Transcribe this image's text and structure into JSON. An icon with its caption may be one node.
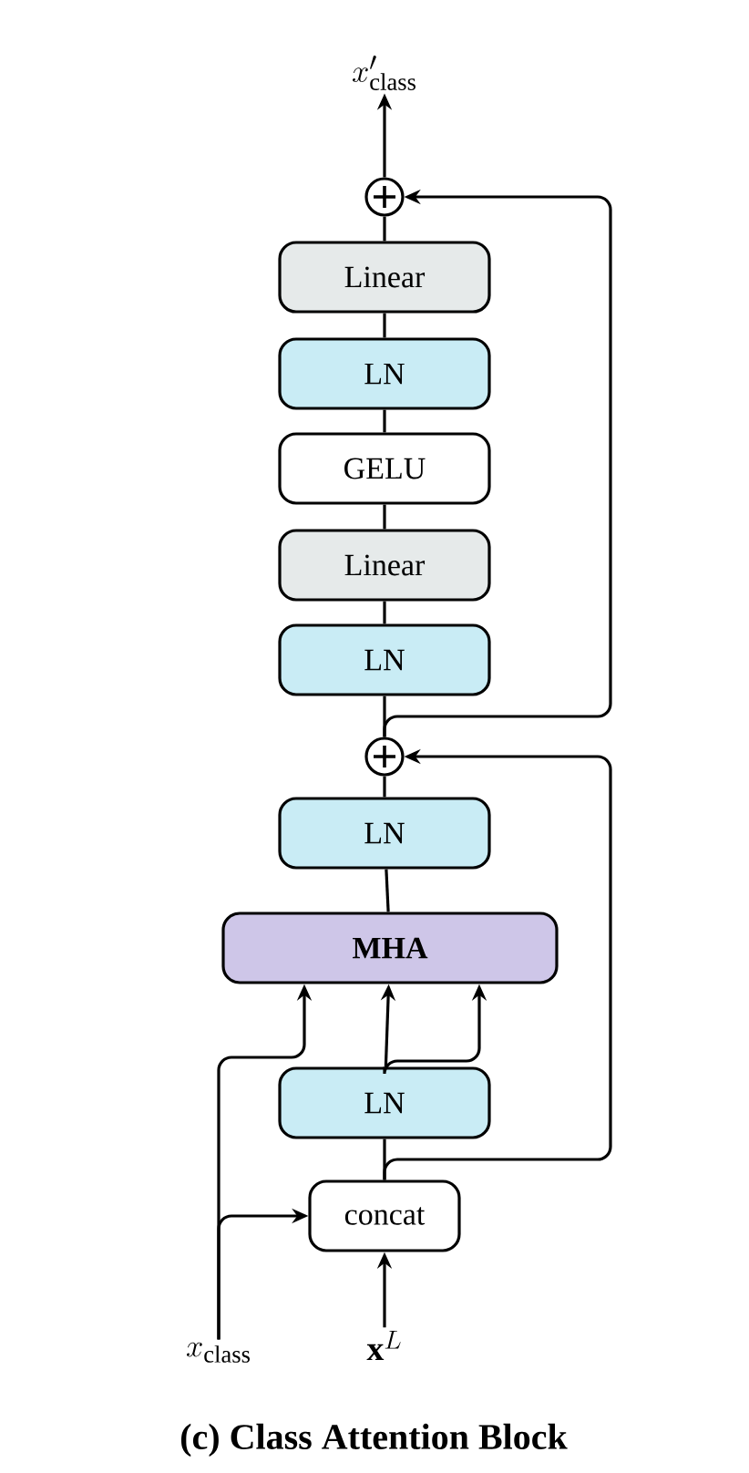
{
  "diagram": {
    "caption": "(c) Class Attention Block",
    "nodes": [
      {
        "text": [
          "x'_{\\mathrm{class}}"
        ]
      },
      {
        "text": [],
        "shape": "circle"
      },
      {
        "text": [
          "Linear"
        ]
      },
      {
        "text": [
          "LN"
        ]
      },
      {
        "text": [
          "GELU"
        ]
      },
      {
        "text": [
          "Linear"
        ]
      },
      {
        "text": [
          "LN"
        ]
      },
      {
        "text": [],
        "shape": "circle"
      },
      {
        "text": [
          "LN"
        ]
      },
      {
        "text": [
          "MHA"
        ]
      },
      {
        "text": [
          "LN"
        ]
      },
      {
        "text": [
          "concat"
        ]
      },
      {
        "text": [
          "x_{\\mathrm{class}}"
        ]
      },
      {
        "text": [
          "\\mathbf{x}^{L}"
        ]
      }
    ],
    "edges": [
      {
        "from": 1,
        "to": 0,
        "arrow": "to"
      },
      {
        "from": 2,
        "to": 1,
        "arrow": "none"
      },
      {
        "from": 3,
        "to": 2,
        "arrow": "none"
      },
      {
        "from": 4,
        "to": 3,
        "arrow": "none"
      },
      {
        "from": 5,
        "to": 4,
        "arrow": "none"
      },
      {
        "from": 6,
        "to": 5,
        "arrow": "none"
      },
      {
        "from": 7,
        "to": 6,
        "arrow": "none"
      },
      {
        "from": 7,
        "to": 1,
        "arrow": "to"
      },
      {
        "from": 8,
        "to": 7,
        "arrow": "none"
      },
      {
        "from": 9,
        "to": 8,
        "arrow": "none"
      },
      {
        "from": 10,
        "to": 9,
        "arrow": "to"
      },
      {
        "from": 10,
        "to": 9,
        "arrow": "to"
      },
      {
        "from": 11,
        "to": 10,
        "arrow": "none"
      },
      {
        "from": 11,
        "to": 7,
        "arrow": "to"
      },
      {
        "from": 12,
        "to": 11,
        "arrow": "to"
      },
      {
        "from": 12,
        "to": 9,
        "arrow": "to"
      },
      {
        "from": 13,
        "to": 11,
        "arrow": "to"
      }
    ]
  }
}
